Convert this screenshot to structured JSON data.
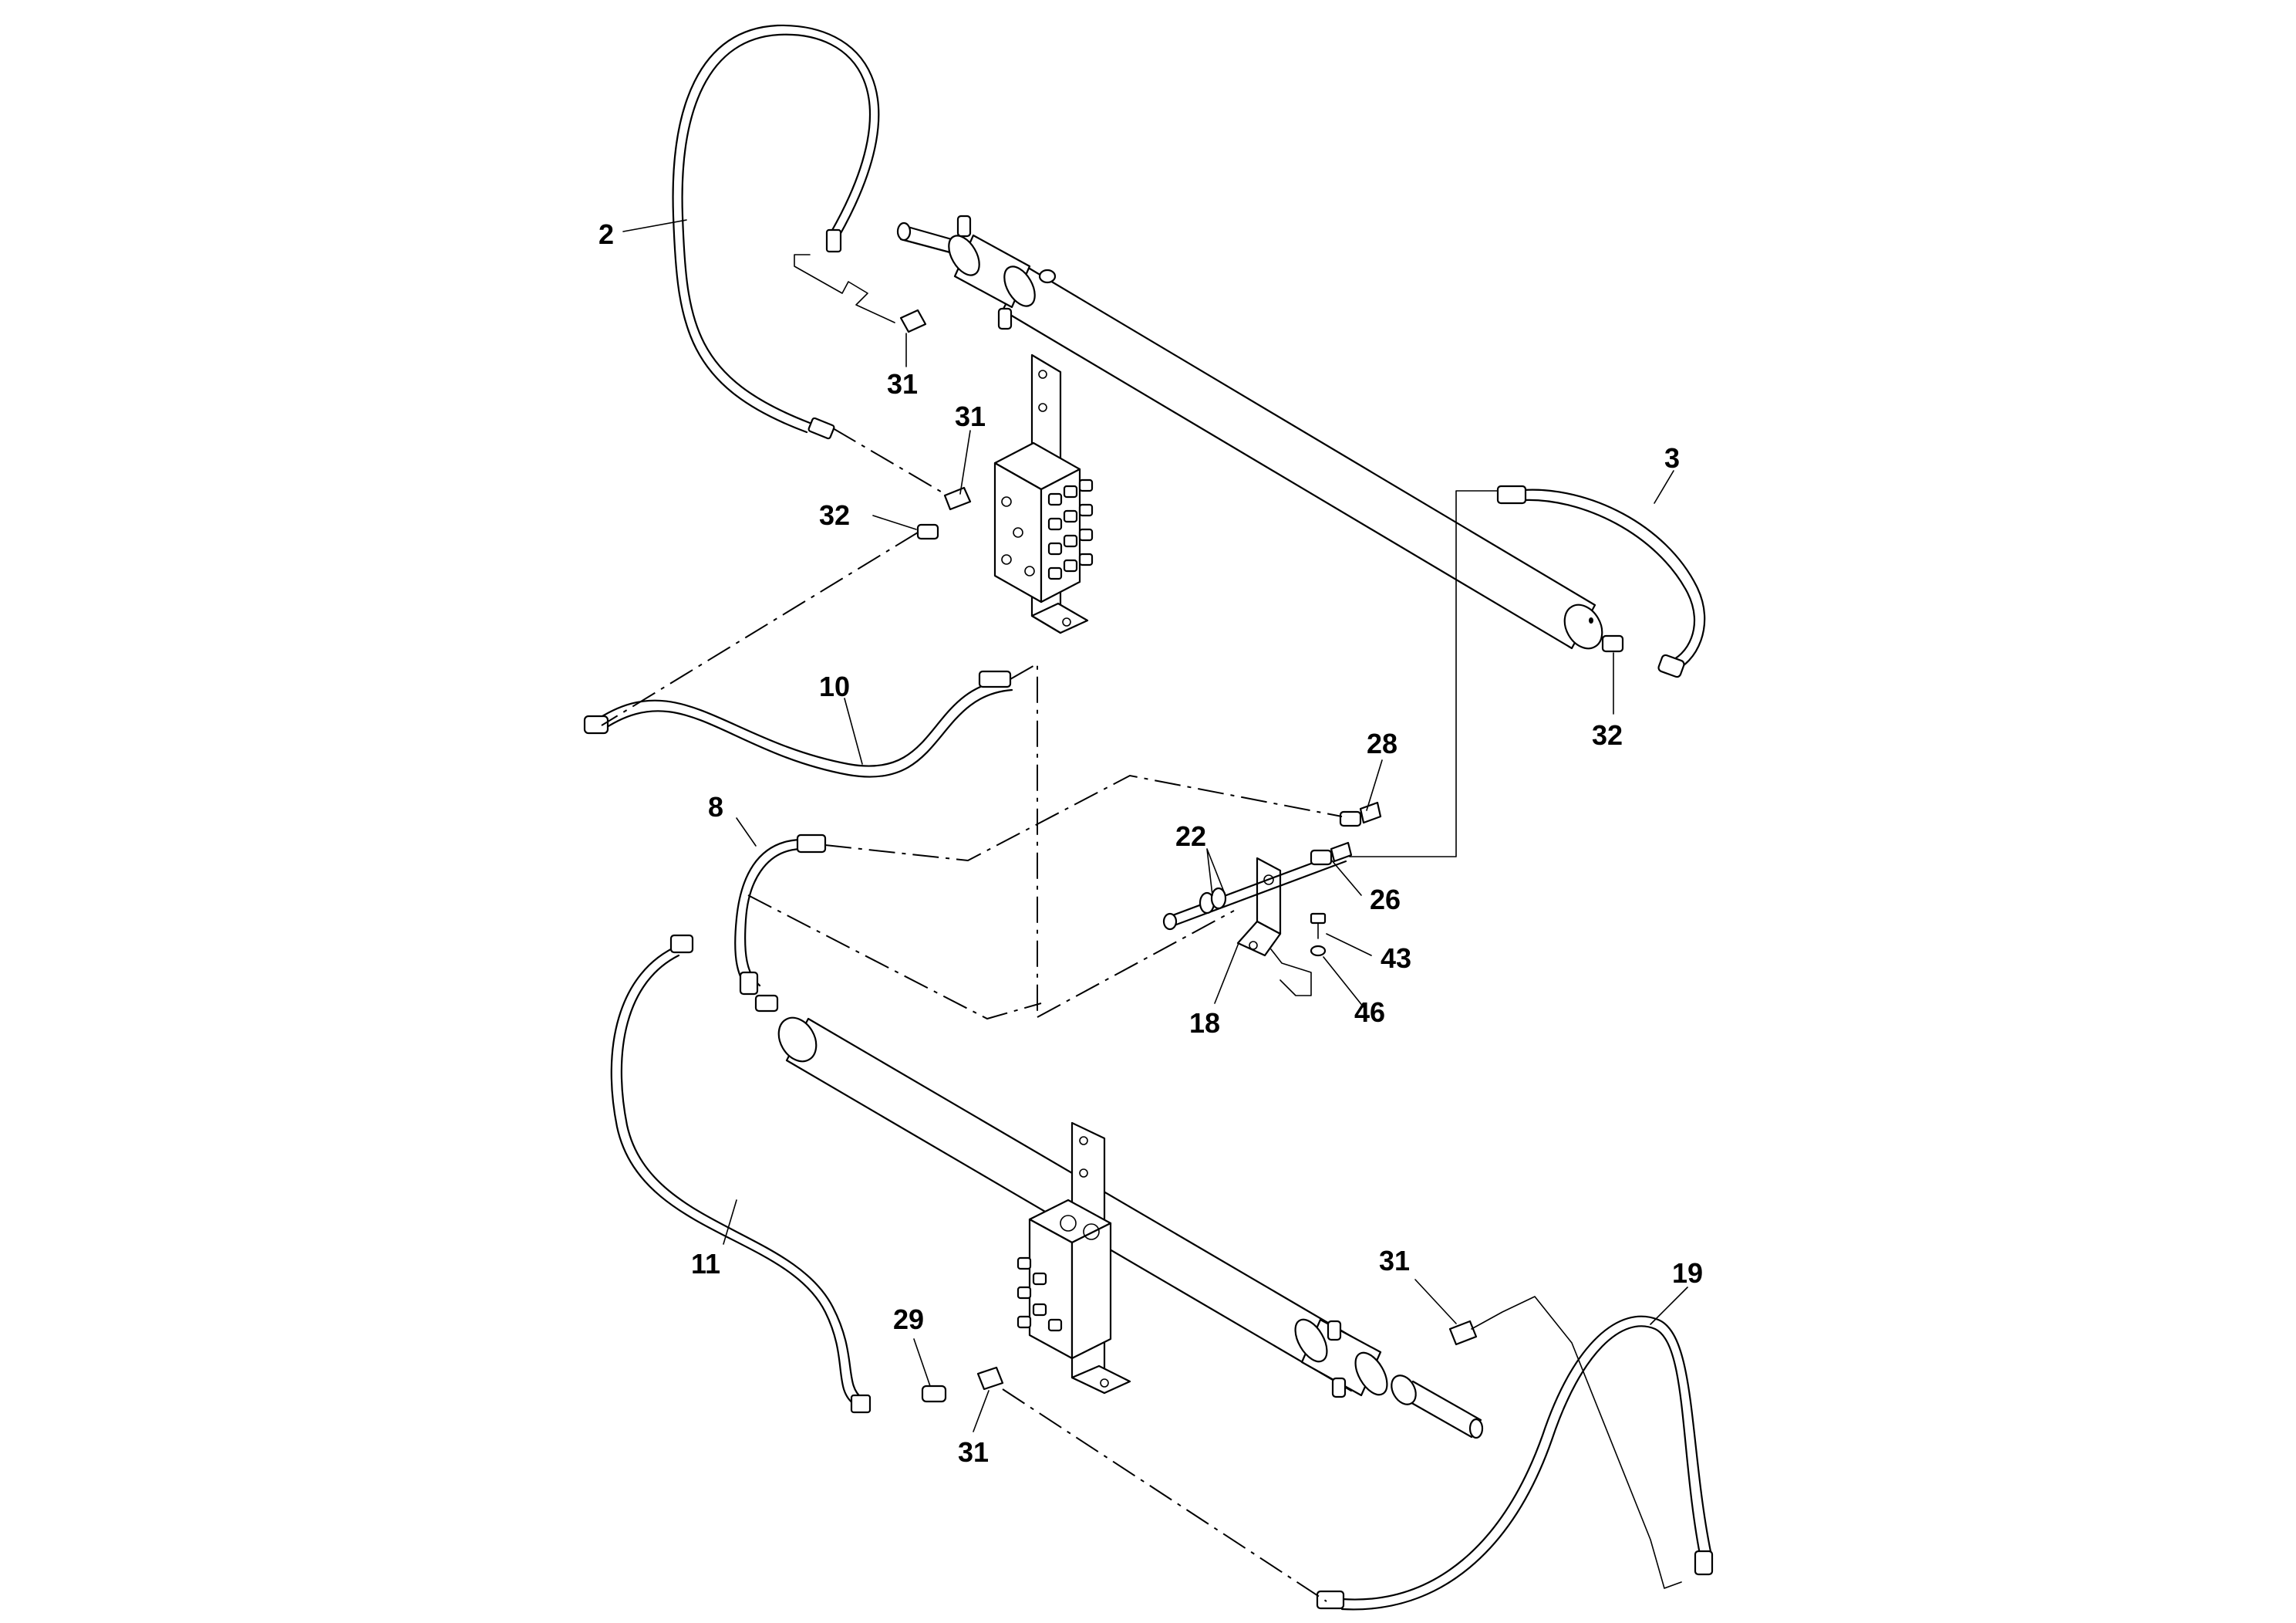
{
  "diagram": {
    "callouts": [
      {
        "id": "c2a",
        "text": "2"
      },
      {
        "id": "c31a",
        "text": "31"
      },
      {
        "id": "c31b",
        "text": "31"
      },
      {
        "id": "c32a",
        "text": "32"
      },
      {
        "id": "c3",
        "text": "3"
      },
      {
        "id": "c32b",
        "text": "32"
      },
      {
        "id": "c10",
        "text": "10"
      },
      {
        "id": "c28",
        "text": "28"
      },
      {
        "id": "c8",
        "text": "8"
      },
      {
        "id": "c22",
        "text": "22"
      },
      {
        "id": "c26",
        "text": "26"
      },
      {
        "id": "c43",
        "text": "43"
      },
      {
        "id": "c18",
        "text": "18"
      },
      {
        "id": "c46",
        "text": "46"
      },
      {
        "id": "c11",
        "text": "11"
      },
      {
        "id": "c31c",
        "text": "31"
      },
      {
        "id": "c19",
        "text": "19"
      },
      {
        "id": "c29",
        "text": "29"
      },
      {
        "id": "c31d",
        "text": "31"
      }
    ]
  }
}
